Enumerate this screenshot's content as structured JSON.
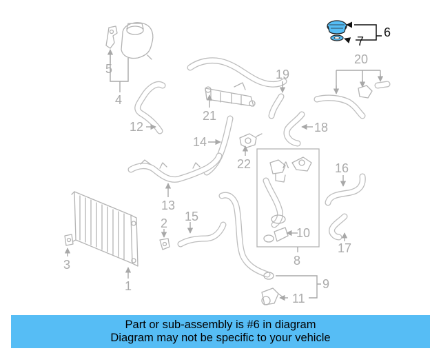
{
  "callouts": {
    "c1": "1",
    "c2": "2",
    "c3": "3",
    "c4": "4",
    "c5": "5",
    "c6": "6",
    "c7": "7",
    "c8": "8",
    "c9": "9",
    "c10": "10",
    "c11": "11",
    "c12": "12",
    "c13": "13",
    "c14": "14",
    "c15": "15",
    "c16": "16",
    "c17": "17",
    "c18": "18",
    "c19": "19",
    "c20": "20",
    "c21": "21",
    "c22": "22"
  },
  "highlight": {
    "part": "6",
    "color": "#56bdf5"
  },
  "banner": {
    "line1": "Part or sub-assembly is #6 in diagram",
    "line2": "Diagram may not be specific to your vehicle",
    "color": "#56bdf5"
  }
}
